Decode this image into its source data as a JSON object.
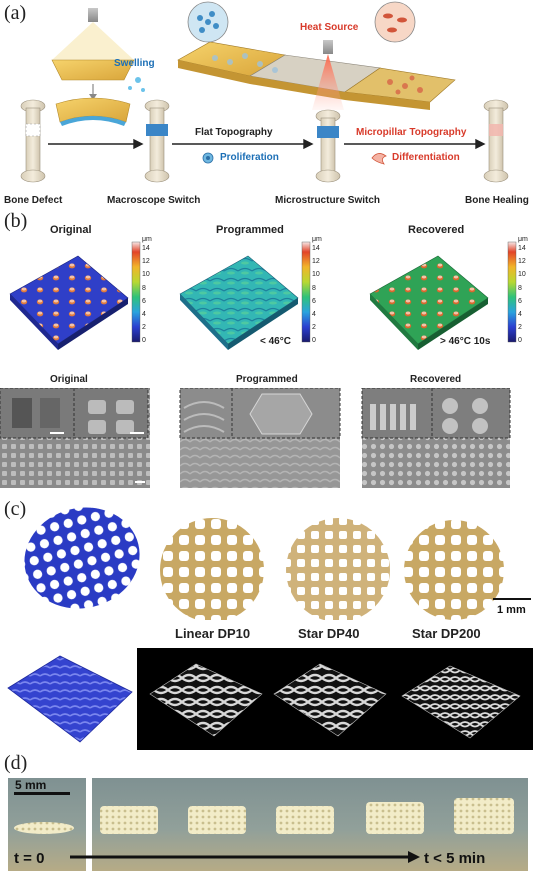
{
  "panel_a": {
    "letter": "(a)",
    "swelling": "Swelling",
    "heat_source": "Heat Source",
    "flat_topography": "Flat Topography",
    "proliferation": "Proliferation",
    "micropillar_topography": "Micropillar Topography",
    "differentiation": "Differentiation",
    "bone_defect": "Bone Defect",
    "macroscope_switch": "Macroscope Switch",
    "microstructure_switch": "Microstructure Switch",
    "bone_healing": "Bone Healing"
  },
  "panel_b": {
    "letter": "(b)",
    "titles": [
      "Original",
      "Programmed",
      "Recovered"
    ],
    "colorbar_unit": "μm",
    "colorbar_ticks": [
      "14",
      "12",
      "10",
      "8",
      "6",
      "4",
      "2",
      "0"
    ],
    "cond_programmed": "< 46°C",
    "cond_recovered": "> 46°C 10s",
    "sem_titles": [
      "Original",
      "Programmed",
      "Recovered"
    ]
  },
  "panel_c": {
    "letter": "(c)",
    "scalebar": "1 mm",
    "labels": [
      "Linear DP10",
      "Star DP40",
      "Star DP200"
    ]
  },
  "panel_d": {
    "letter": "(d)",
    "scalebar": "5 mm",
    "t_start": "t = 0",
    "t_end": "t < 5 min"
  },
  "colors": {
    "bone": "#e8dfcc",
    "scaffold_blue": "#2a3bc4",
    "scaffold_gold": "#c8a864",
    "heat_red": "#d83a2a",
    "accent_blue": "#1c6fb6"
  }
}
